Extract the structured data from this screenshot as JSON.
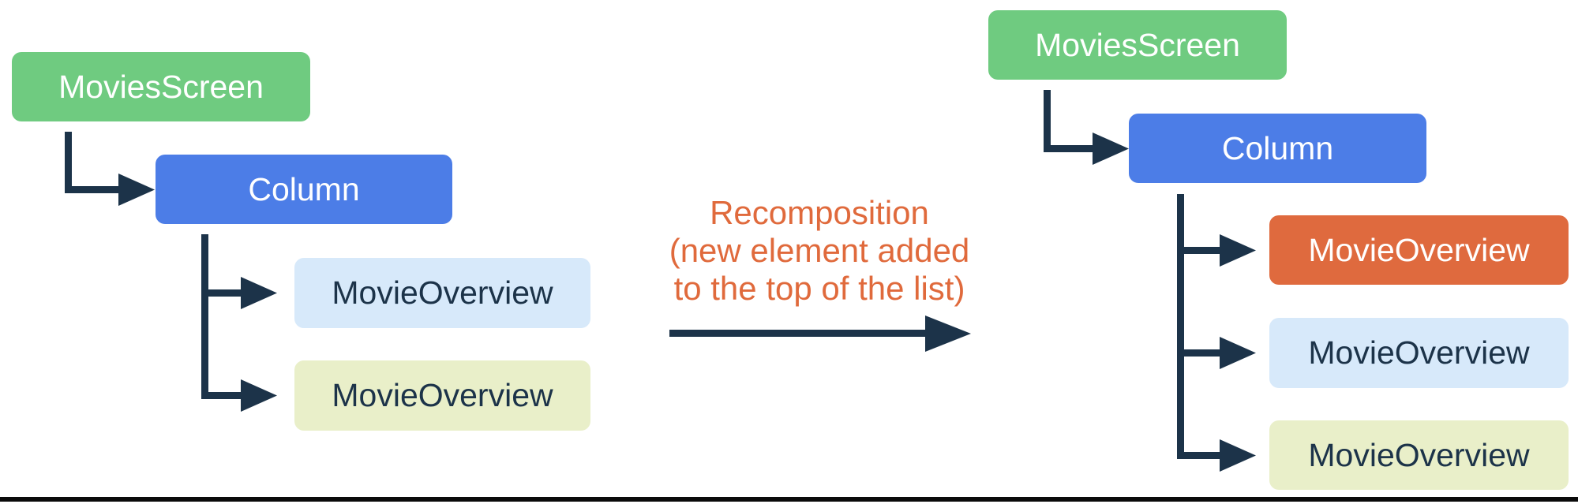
{
  "annotation": {
    "lines": [
      "Recomposition",
      "(new element added",
      "to the top of the list)"
    ]
  },
  "left_tree": {
    "root": {
      "label": "MoviesScreen"
    },
    "container": {
      "label": "Column"
    },
    "items": [
      {
        "label": "MovieOverview"
      },
      {
        "label": "MovieOverview"
      }
    ]
  },
  "right_tree": {
    "root": {
      "label": "MoviesScreen"
    },
    "container": {
      "label": "Column"
    },
    "items": [
      {
        "label": "MovieOverview"
      },
      {
        "label": "MovieOverview"
      },
      {
        "label": "MovieOverview"
      }
    ]
  },
  "colors": {
    "screen_green": "#6FCB80",
    "column_blue": "#4C7DE7",
    "item_light_blue": "#D7E9FA",
    "item_light_yellow": "#E9EFC9",
    "item_new_orange": "#DF6A3E",
    "annotation_orange": "#E06A3C",
    "connector_navy": "#1C3349",
    "label_on_dark": "#FFFFFF",
    "label_on_light": "#1C3349",
    "divider_black": "#0A0A0A"
  }
}
